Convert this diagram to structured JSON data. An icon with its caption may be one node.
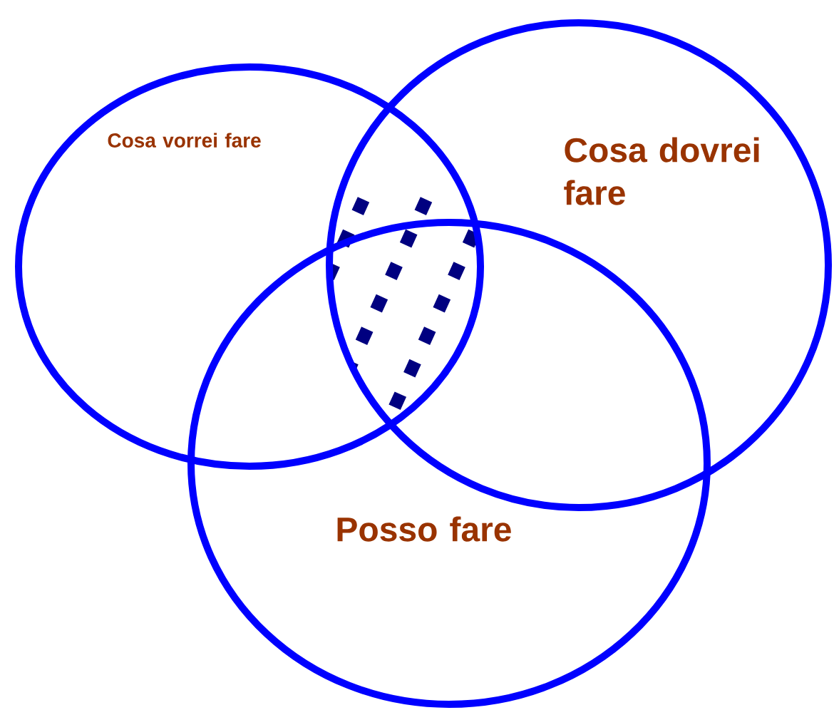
{
  "diagram": {
    "nodes": [
      {
        "text": [
          "Cosa vorrei fare"
        ]
      },
      {
        "text": [
          "Cosa dovrei fare"
        ]
      },
      {
        "text": [
          "Posso fare"
        ]
      }
    ]
  }
}
